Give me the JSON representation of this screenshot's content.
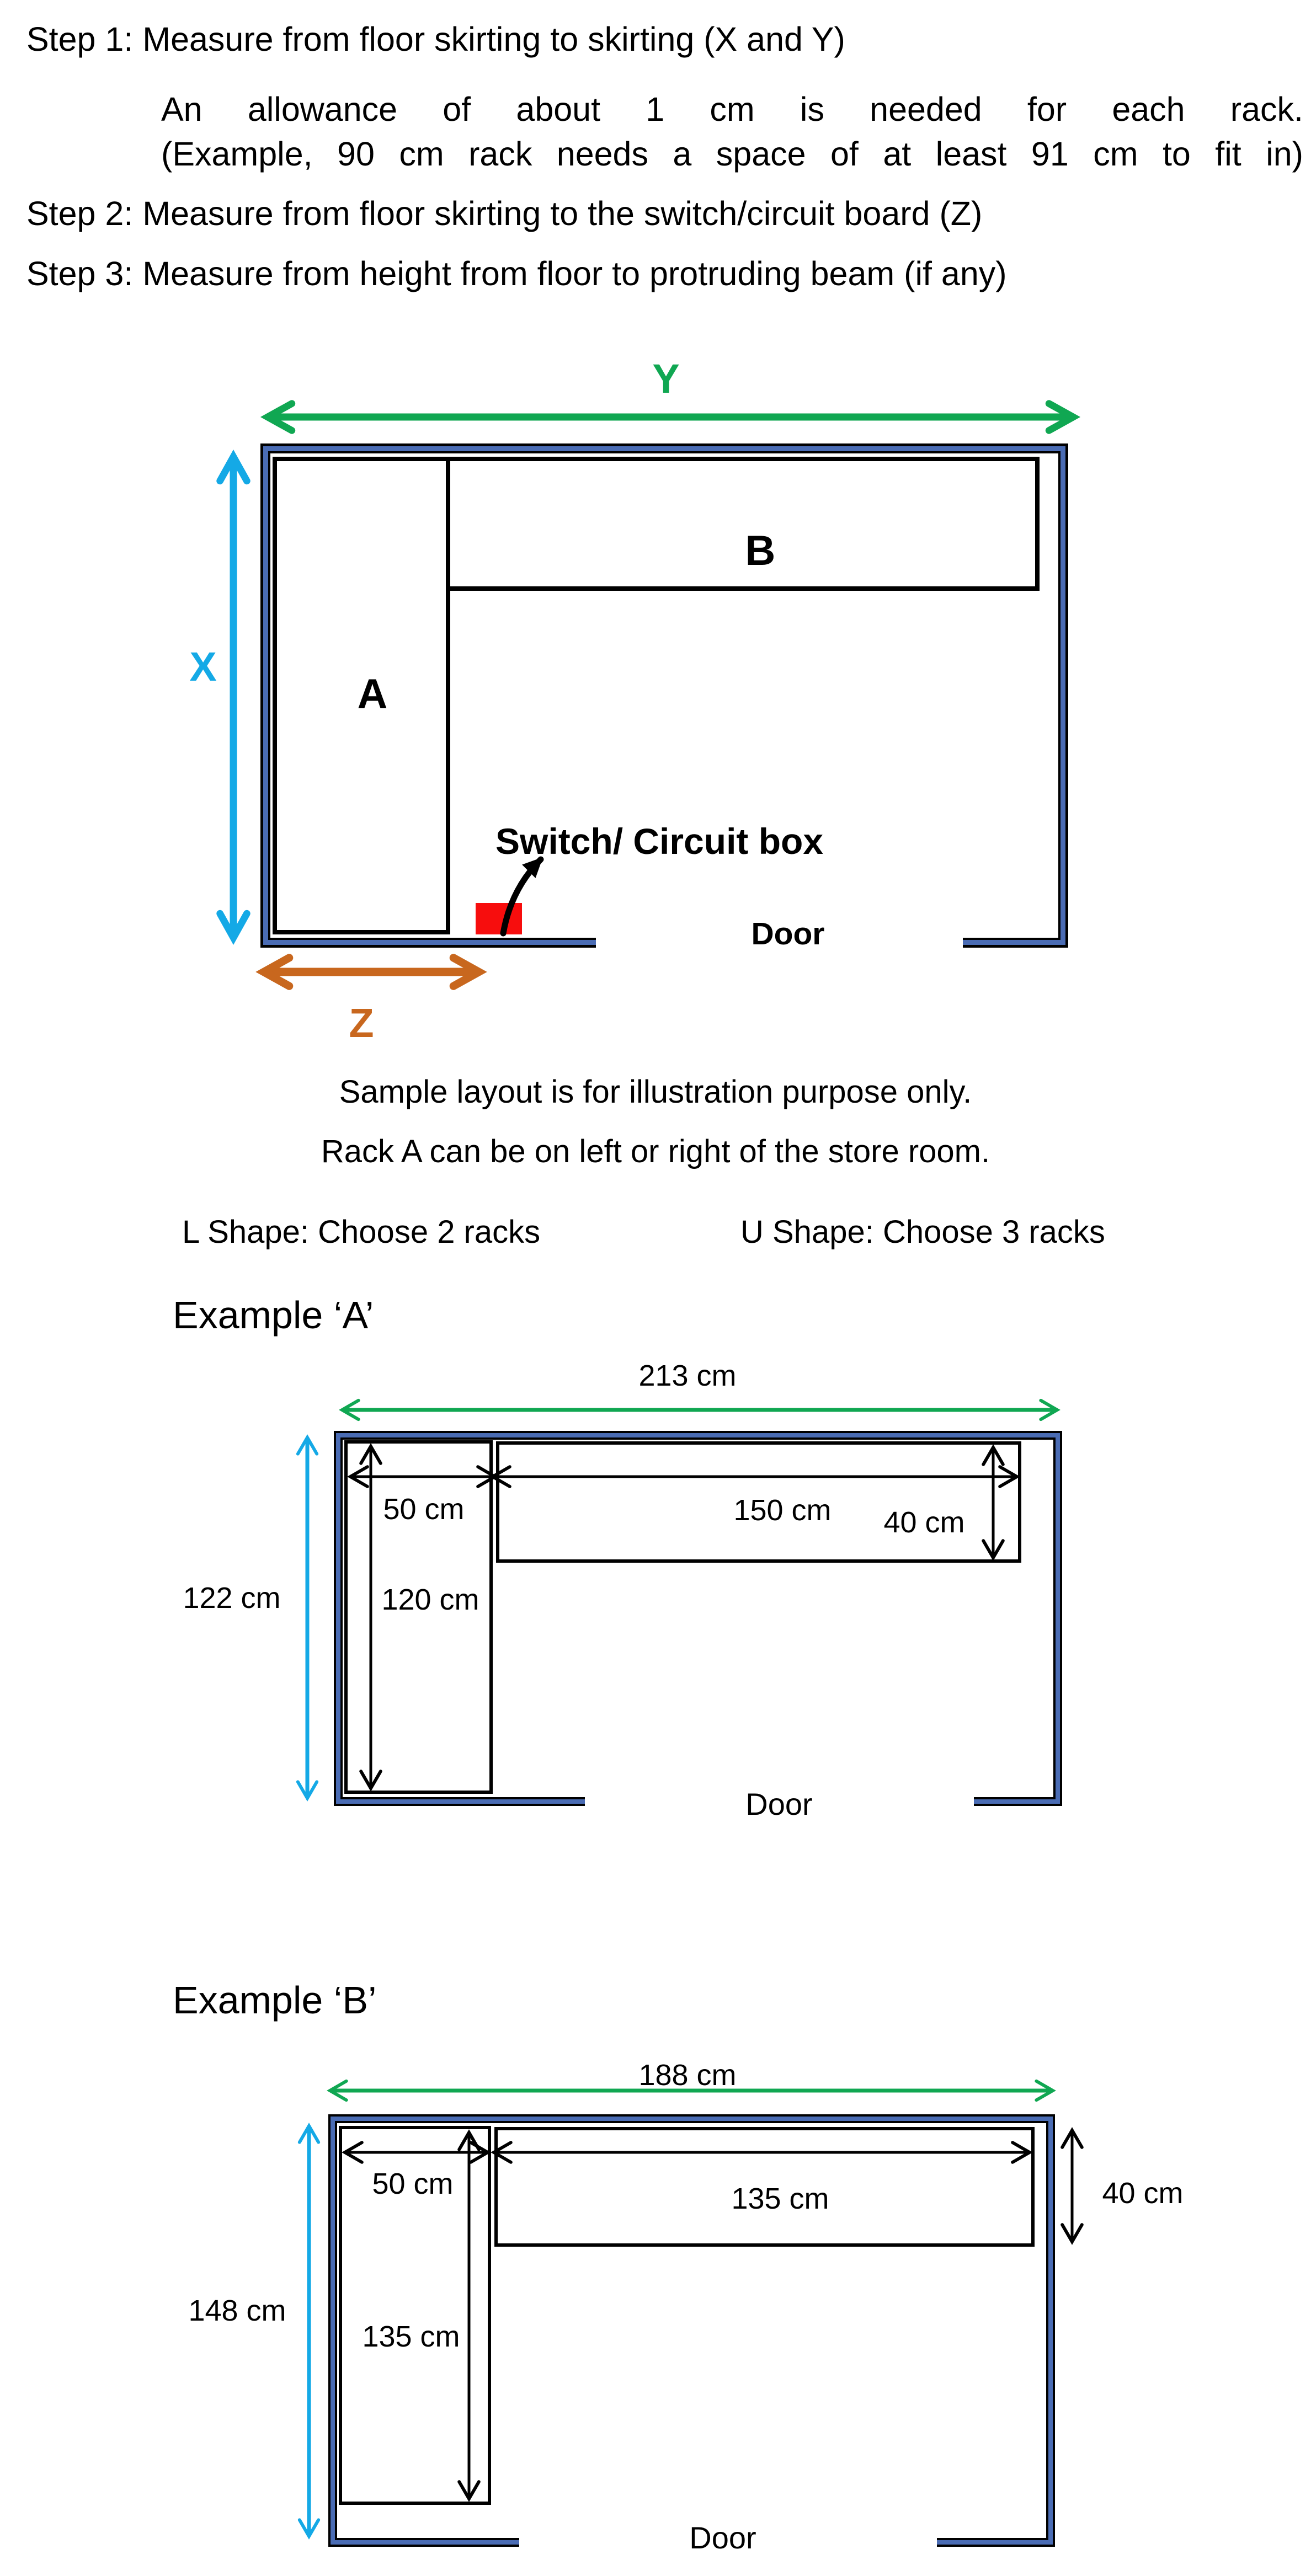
{
  "steps": {
    "step1": "Step 1: Measure from floor skirting to skirting (X and Y)",
    "note_line1": "An allowance of about 1 cm is needed for each rack.",
    "note_line2": "(Example, 90 cm rack needs a space of at least 91 cm to fit in)",
    "step2": "Step 2: Measure from floor skirting to the switch/circuit board (Z)",
    "step3": "Step 3: Measure from height from floor to protruding beam (if any)"
  },
  "sample_layout": {
    "y_label": "Y",
    "x_label": "X",
    "z_label": "Z",
    "rack_a_label": "A",
    "rack_b_label": "B",
    "switch_label": "Switch/ Circuit box",
    "door_label": "Door"
  },
  "captions": {
    "caption1": "Sample layout is for illustration purpose only.",
    "caption2": "Rack A can be on left or right of the store room.",
    "l_shape": "L Shape: Choose 2 racks",
    "u_shape": "U Shape: Choose 3 racks"
  },
  "example_a": {
    "title": "Example ‘A’",
    "room_width": "213 cm",
    "room_depth": "122 cm",
    "rack_a_width": "50 cm",
    "rack_a_length": "120 cm",
    "rack_b_length": "150 cm",
    "rack_b_depth": "40 cm",
    "door_label": "Door"
  },
  "example_b": {
    "title": "Example ‘B’",
    "room_width": "188 cm",
    "room_depth": "148 cm",
    "rack_a_width": "50 cm",
    "rack_a_length": "135 cm",
    "rack_b_length": "135 cm",
    "rack_b_depth": "40 cm",
    "door_label": "Door"
  },
  "colors": {
    "arrow_green": "#10a752",
    "arrow_cyan": "#14a9e6",
    "arrow_orange": "#c8671e",
    "wall_blue": "#4a6cb4",
    "switch_red": "#f70d0d"
  }
}
